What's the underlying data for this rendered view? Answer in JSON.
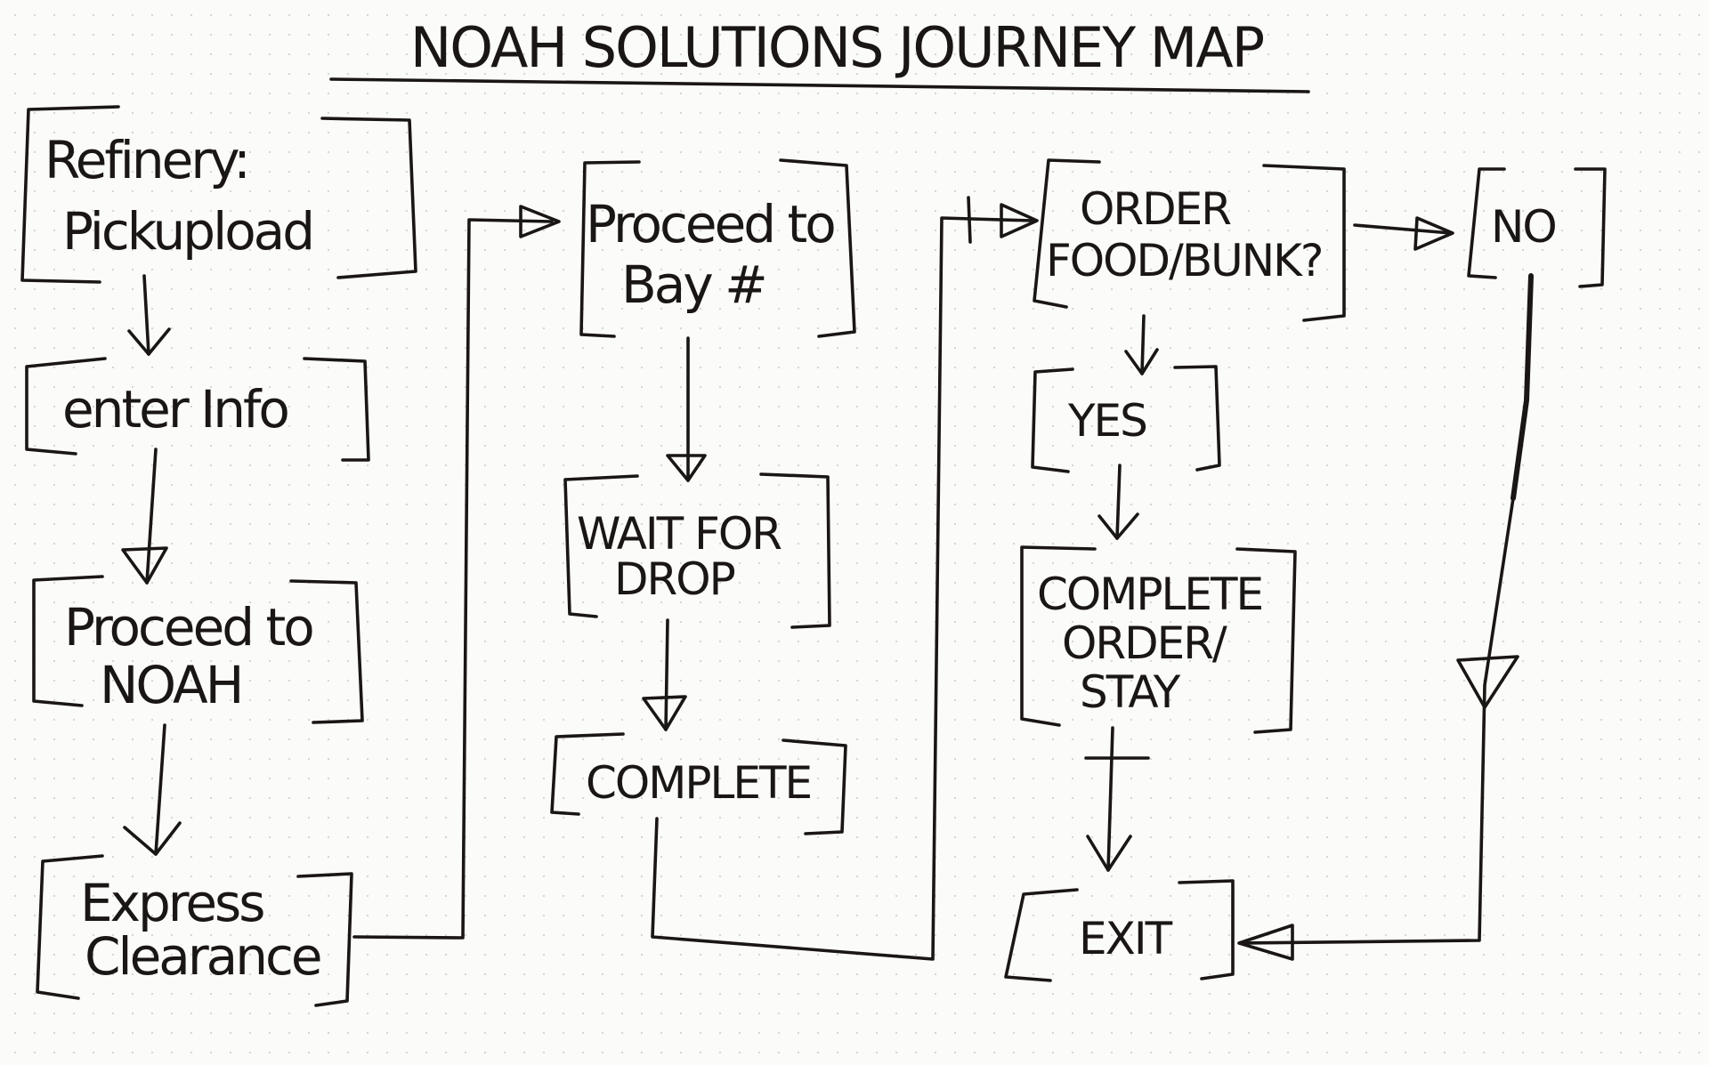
{
  "title": "NOAH SOLUTIONS JOURNEY MAP",
  "nodes": {
    "refinery": [
      "Refinery:",
      "Pickupload"
    ],
    "enter_info": [
      "enter Info"
    ],
    "proceed_noah": [
      "Proceed to",
      "NOAH"
    ],
    "express": [
      "Express",
      "Clearance"
    ],
    "proceed_bay": [
      "Proceed to",
      "Bay #"
    ],
    "wait_drop": [
      "WAIT FOR",
      "DROP"
    ],
    "complete": [
      "COMPLETE"
    ],
    "order_food": [
      "ORDER",
      "FOOD/BUNK?"
    ],
    "no": [
      "NO"
    ],
    "yes": [
      "YES"
    ],
    "complete_order": [
      "COMPLETE",
      "ORDER/",
      "STAY"
    ],
    "exit": [
      "EXIT"
    ]
  },
  "colors": {
    "ink": "#1a1616",
    "paper": "#fbfbf9",
    "grid_dots": "#d6d6d2"
  }
}
